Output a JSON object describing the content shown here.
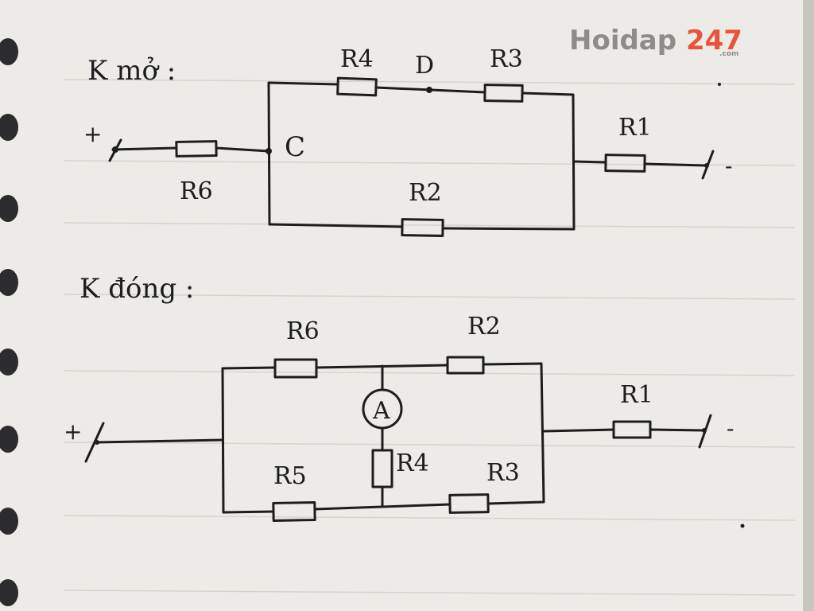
{
  "colors": {
    "paper": "#ecebe7",
    "ink": "#1d1d1f",
    "rule_line": "#d6d4cf",
    "ring_hole": "#2c2c2e",
    "watermark_main": "#8e8c89",
    "watermark_accent": "#e8543a"
  },
  "watermark": {
    "text": "Hoidap247",
    "sub": ".com"
  },
  "circuit_open": {
    "heading": "K mở :",
    "terminal_plus": "+",
    "terminal_minus": "-",
    "node_c": "C",
    "node_d": "D",
    "r4": "R4",
    "r3": "R3",
    "r6": "R6",
    "r2": "R2",
    "r1": "R1"
  },
  "circuit_closed": {
    "heading": "K đóng :",
    "terminal_plus": "+",
    "terminal_minus": "-",
    "ammeter": "A",
    "r6": "R6",
    "r2": "R2",
    "r5": "R5",
    "r4": "R4",
    "r3": "R3",
    "r1": "R1"
  }
}
